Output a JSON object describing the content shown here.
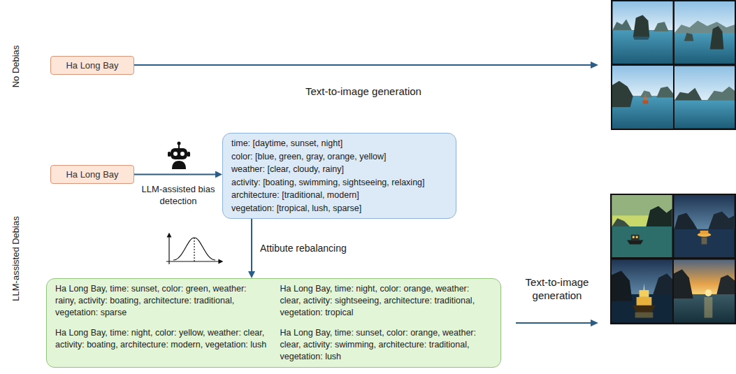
{
  "diagram": {
    "nodes": [
      {
        "text": [
          "Ha Long Bay"
        ]
      },
      {
        "text": [
          "Ha Long Bay"
        ]
      },
      {
        "text": [
          "time: [daytime, sunset, night]",
          "color: [blue, green, gray, orange, yellow]",
          "weather: [clear, cloudy, rainy]",
          "activity: [boating, swimming, sightseeing, relaxing]",
          "architecture: [traditional, modern]",
          "vegetation: [tropical, lush, sparse]"
        ]
      },
      {
        "text": [
          "Ha Long Bay, time: sunset, color: green, weather: rainy, activity: boating, architecture: traditional, vegetation: sparse",
          "Ha Long Bay, time: night, color: orange, weather: clear, activity: sightseeing, architecture: traditional, vegetation: tropical",
          "Ha Long Bay, time: night, color: yellow, weather: clear, activity: boating, architecture: modern, vegetation: lush",
          "Ha Long Bay, time: sunset, color: orange, weather: clear, activity: swimming, architecture: traditional, vegetation: lush"
        ]
      }
    ],
    "edges": [
      {
        "from": 1,
        "to": 2,
        "arrow": "to",
        "label": "LLM-assisted bias detection"
      },
      {
        "from": 2,
        "to": 3,
        "arrow": "to",
        "label": "Attibute rebalancing"
      }
    ],
    "labels": [
      "No Debias",
      "LLM-assisted Debias",
      "Text-to-image generation",
      "Text-to-image generation"
    ]
  }
}
